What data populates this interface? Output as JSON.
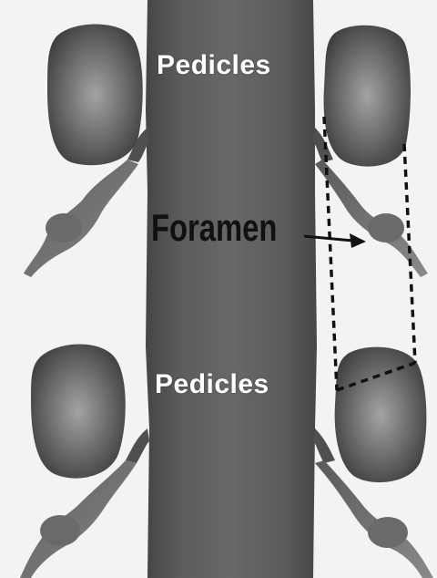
{
  "labels": {
    "pedicles_top": "Pedicles",
    "foramen": "Foramen",
    "pedicles_bottom": "Pedicles"
  },
  "colors": {
    "background": "#f3f3f1",
    "bone_dark": "#4a4a4a",
    "bone_mid": "#6b6b6b",
    "bone_light": "#9a9a9a",
    "label_light": "#ffffff",
    "label_dark": "#111111"
  }
}
